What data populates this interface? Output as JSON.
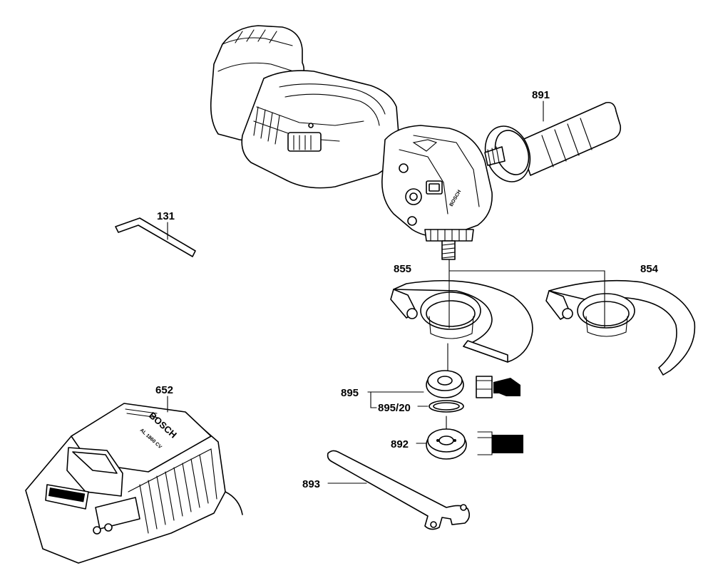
{
  "parts": {
    "p891": "891",
    "p131": "131",
    "p855": "855",
    "p854": "854",
    "p895": "895",
    "p895_20": "895/20",
    "p892": "892",
    "p893": "893",
    "p652": "652"
  },
  "charger": {
    "brand": "BOSCH",
    "model": "AL 1860 CV"
  },
  "grinder": {
    "badge": "BOSCH"
  }
}
